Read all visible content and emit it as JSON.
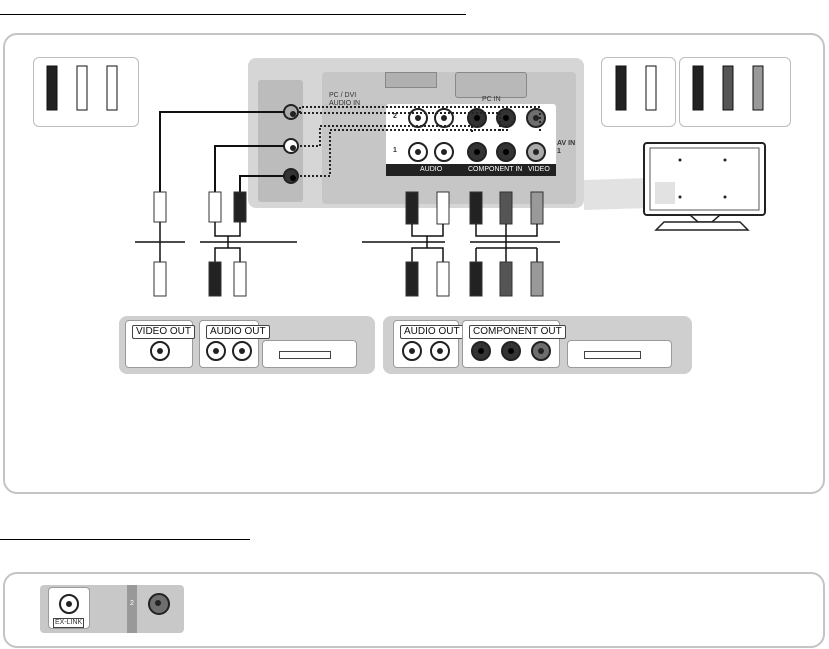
{
  "diagram": {
    "tv_ports": {
      "pc_dvi_audio_in": "PC / DVI AUDIO IN",
      "pc_in": "PC IN",
      "av_in_1": "AV IN 1",
      "audio": "AUDIO",
      "component_in": "COMPONENT IN",
      "video": "VIDEO",
      "row_2": "2",
      "row_1": "1"
    },
    "devices": {
      "av_device": {
        "video_out": "VIDEO OUT",
        "audio_out": "AUDIO OUT"
      },
      "component_device": {
        "audio_out": "AUDIO OUT",
        "component_out": "COMPONENT OUT"
      }
    },
    "exlink": {
      "label": "EX-LINK",
      "row_2": "2"
    }
  }
}
